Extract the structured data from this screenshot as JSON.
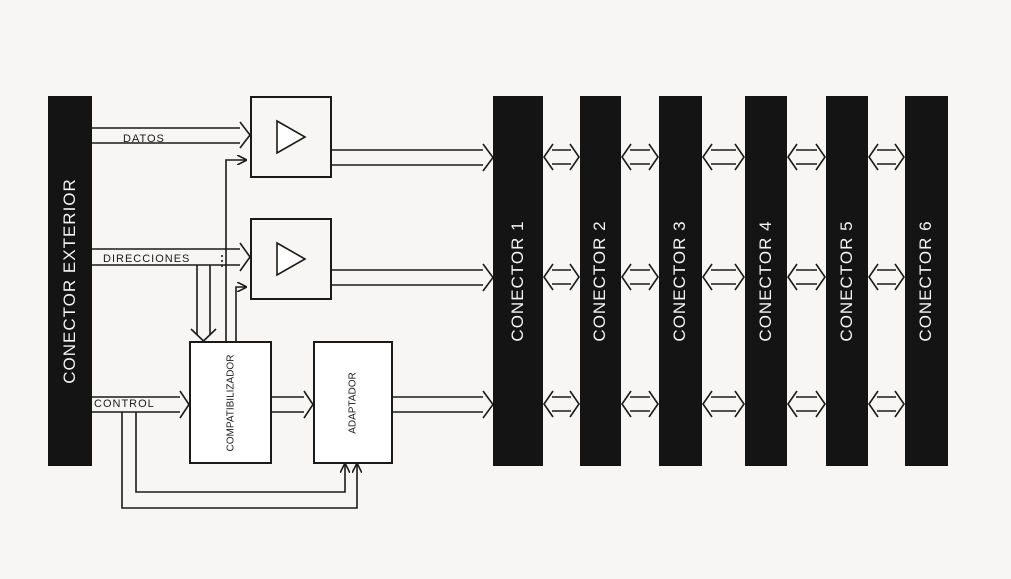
{
  "external_connector": {
    "label": "CONECTOR EXTERIOR"
  },
  "signals": {
    "data": "DATOS",
    "address": "DIRECCIONES",
    "control": "CONTROL"
  },
  "blocks": {
    "compat": "COMPATIBILIZADOR",
    "adapter": "ADAPTADOR"
  },
  "connectors": [
    "CONECTOR 1",
    "CONECTOR 2",
    "CONECTOR 3",
    "CONECTOR 4",
    "CONECTOR 5",
    "CONECTOR 6"
  ],
  "colors": {
    "ink": "#141414",
    "paper": "#f7f6f4"
  }
}
